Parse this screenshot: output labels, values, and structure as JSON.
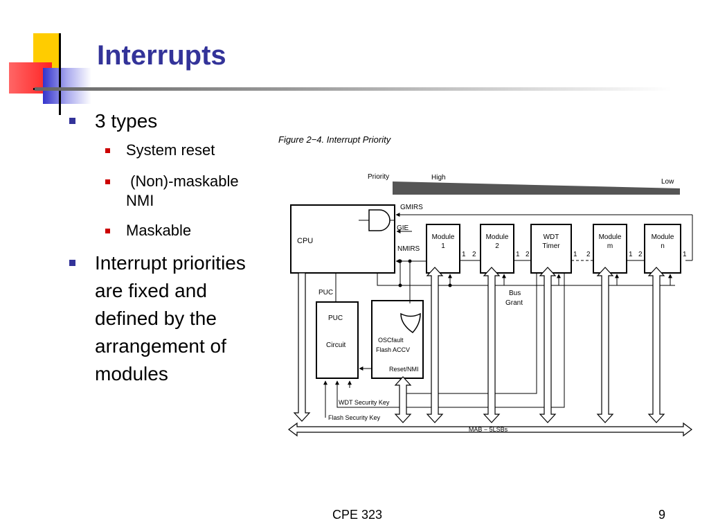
{
  "slide": {
    "title": "Interrupts",
    "bullets": [
      {
        "text": "3 types",
        "sub": [
          "System reset",
          " (Non)-maskable NMI",
          "Maskable"
        ]
      },
      {
        "text": "Interrupt priorities are fixed and defined by the arrangement of modules",
        "sub": []
      }
    ],
    "footer": {
      "course": "CPE 323",
      "page": "9"
    }
  },
  "colors": {
    "title": "#333399",
    "bullet_l1": "#333399",
    "bullet_l2": "#cc0000",
    "deco_yellow": "#ffcc00",
    "deco_red": "#ff3333",
    "deco_blue": "#3333cc"
  },
  "figure": {
    "caption": "Figure 2−4. Interrupt Priority",
    "priority_label": "Priority",
    "priority_high": "High",
    "priority_low": "Low",
    "cpu": "CPU",
    "signals": {
      "gmirs": "GMIRS",
      "gie": "GIE",
      "nmirs": "NMIRS",
      "puc": "PUC"
    },
    "modules": [
      {
        "line1": "Module",
        "line2": "1"
      },
      {
        "line1": "Module",
        "line2": "2"
      },
      {
        "line1": "WDT",
        "line2": "Timer"
      },
      {
        "line1": "Module",
        "line2": "m"
      },
      {
        "line1": "Module",
        "line2": "n"
      }
    ],
    "port_1": "1",
    "port_2": "2",
    "bus_grant": [
      "Bus",
      "Grant"
    ],
    "puc_circuit": [
      "PUC",
      "Circuit"
    ],
    "nmi_block": [
      "OSCfault",
      "Flash ACCV",
      "Reset/NMI"
    ],
    "wdt_key": "WDT Security Key",
    "flash_key": "Flash Security Key",
    "mab": "MAB − 5LSBs"
  }
}
